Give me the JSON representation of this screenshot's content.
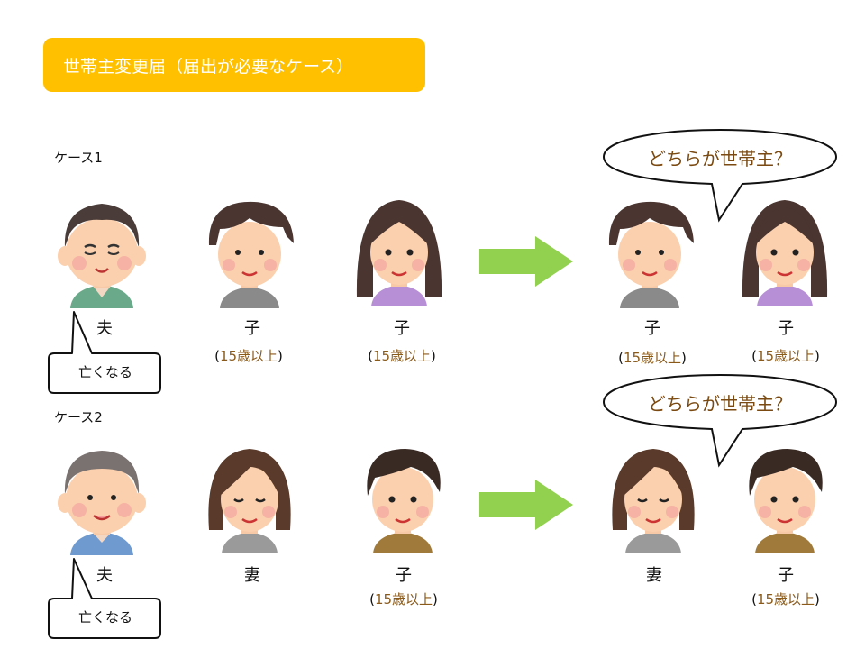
{
  "title": "世帯主変更届（届出が必要なケース）",
  "colors": {
    "title_bg": "#ffc000",
    "arrow": "#92d050",
    "age_number": "#8a5a1a",
    "speech_text": "#7a4a12"
  },
  "case1": {
    "label": "ケース1",
    "people": [
      {
        "relation": "夫",
        "age_open": "",
        "age_num": "",
        "age_close": ""
      },
      {
        "relation": "子",
        "age_open": "(",
        "age_num": "15歳以上",
        "age_close": ")"
      },
      {
        "relation": "子",
        "age_open": "(",
        "age_num": "15歳以上",
        "age_close": ")"
      }
    ],
    "callout": "亡くなる",
    "result": [
      {
        "relation": "子",
        "age_open": "(",
        "age_num": "15歳以上",
        "age_close": ")"
      },
      {
        "relation": "子",
        "age_open": "(",
        "age_num": "15歳以上",
        "age_close": ")"
      }
    ],
    "question": "どちらが世帯主？"
  },
  "case2": {
    "label": "ケース2",
    "people": [
      {
        "relation": "夫",
        "age_open": "",
        "age_num": "",
        "age_close": ""
      },
      {
        "relation": "妻",
        "age_open": "",
        "age_num": "",
        "age_close": ""
      },
      {
        "relation": "子",
        "age_open": "(",
        "age_num": "15歳以上",
        "age_close": ")"
      }
    ],
    "callout": "亡くなる",
    "result": [
      {
        "relation": "妻",
        "age_open": "",
        "age_num": "",
        "age_close": ""
      },
      {
        "relation": "子",
        "age_open": "(",
        "age_num": "15歳以上",
        "age_close": ")"
      }
    ],
    "question": "どちらが世帯主？"
  }
}
